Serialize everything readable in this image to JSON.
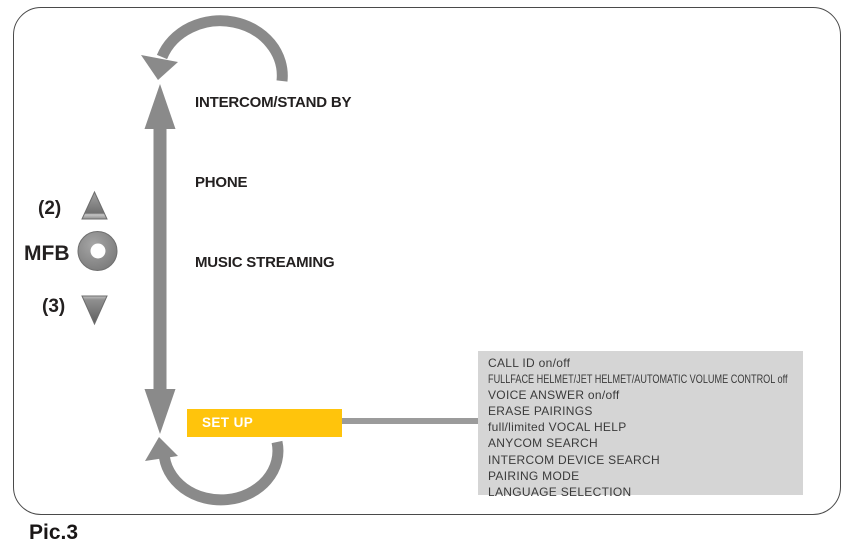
{
  "caption": "Pic.3",
  "controls": {
    "up_count_label": "(2)",
    "mfb_label": "MFB",
    "down_count_label": "(3)"
  },
  "icons": {
    "up": "volume-up-triangle-icon",
    "mfb": "mfb-button-icon",
    "down": "volume-down-triangle-icon",
    "scroll": "menu-scroll-double-arrow-icon",
    "loop_top": "loop-arrow-top-icon",
    "loop_bottom": "loop-arrow-bottom-icon"
  },
  "menu": {
    "items": [
      {
        "label": "INTERCOM/STAND BY",
        "highlighted": false
      },
      {
        "label": "PHONE",
        "highlighted": false
      },
      {
        "label": "MUSIC STREAMING",
        "highlighted": false
      },
      {
        "label": "SET UP",
        "highlighted": true
      }
    ]
  },
  "setup_submenu": {
    "items": [
      "CALL ID on/off",
      "FULLFACE HELMET/JET HELMET/AUTOMATIC VOLUME CONTROL off",
      "VOICE ANSWER on/off",
      "ERASE PAIRINGS",
      "full/limited VOCAL HELP",
      "ANYCOM SEARCH",
      "INTERCOM DEVICE SEARCH",
      "PAIRING MODE",
      "LANGUAGE SELECTION"
    ]
  },
  "colors": {
    "highlight_yellow": "#FFC40C",
    "arrow_gray": "#8A8A8A",
    "connector_gray": "#9B9B9B",
    "submenu_bg": "#D5D5D5",
    "submenu_text": "#3A3A3A",
    "text_dark": "#232020",
    "frame_border": "#4A4A4A",
    "setup_text": "#FFFFFF"
  }
}
